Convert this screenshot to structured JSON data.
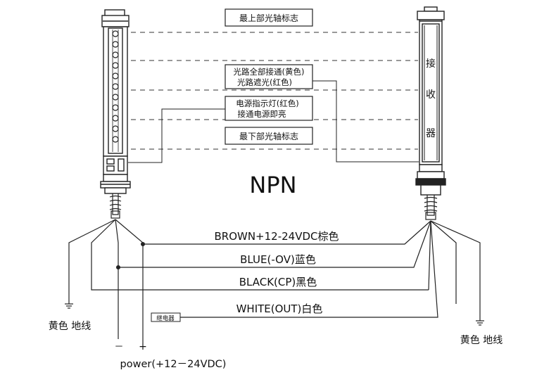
{
  "boxes": {
    "top_axis": "最上部光轴标志",
    "all_on_line1": "光路全部接通(黄色)",
    "all_on_line2": "光路遮光(红色)",
    "power_line1": "电源指示灯(红色)",
    "power_line2": "接通电源即亮",
    "bottom_axis": "最下部光轴标志"
  },
  "receiver_chars": [
    "接",
    "收",
    "器"
  ],
  "title": "NPN",
  "wires": {
    "brown": "BROWN+12-24VDC棕色",
    "blue": "BLUE(-OV)蓝色",
    "black": "BLACK(CP)黑色",
    "white": "WHITE(OUT)白色"
  },
  "relay": "继电器",
  "ground_left": "黄色 地线",
  "ground_right": "黄色 地线",
  "minus": "－",
  "plus": "+",
  "power": "power(+12－24VDC)"
}
